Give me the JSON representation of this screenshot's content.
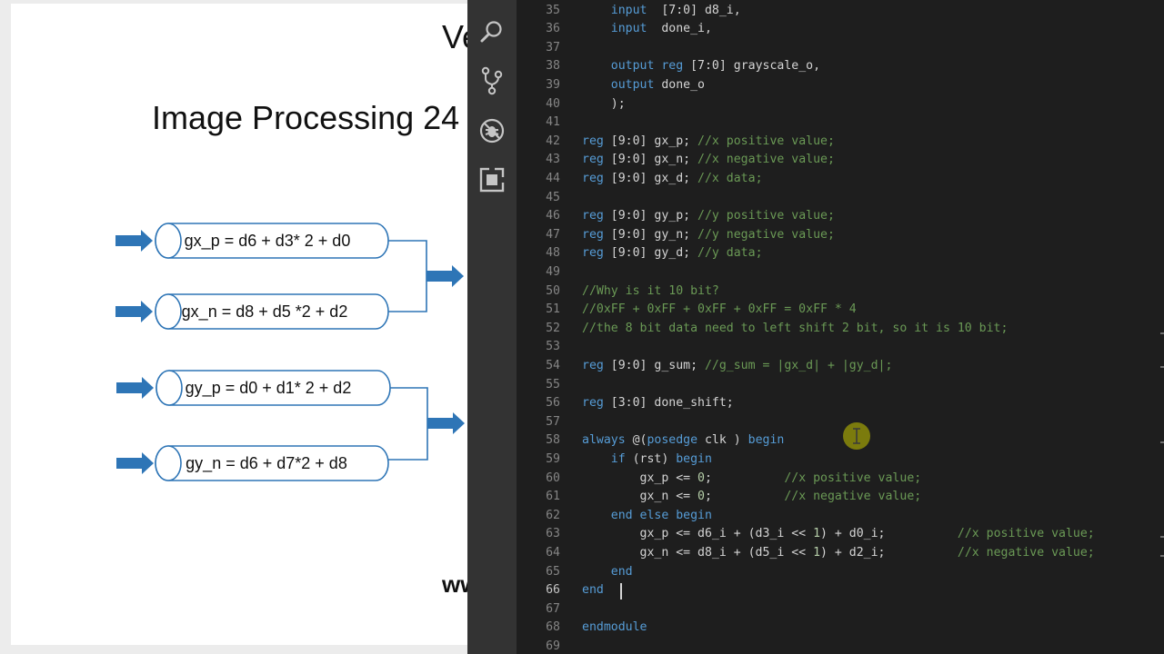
{
  "slide": {
    "title": "Ve",
    "subtitle": "Image Processing 24",
    "footer": "ww",
    "boxes": [
      "gx_p = d6 + d3* 2 + d0",
      "gx_n = d8 + d5 *2 + d2",
      "gy_p = d0 + d1* 2 + d2",
      "gy_n = d6 + d7*2 + d8"
    ]
  },
  "activity_bar": {
    "icons": [
      "search-icon",
      "source-control-icon",
      "debug-icon",
      "extensions-icon"
    ]
  },
  "colors": {
    "keyword": "#569cd6",
    "comment": "#6a9955",
    "number": "#b5cea8",
    "text": "#d4d4d4",
    "editor_bg": "#1e1e1e",
    "activity_bg": "#333333"
  },
  "editor": {
    "active_line": 66,
    "lines": [
      {
        "n": "35",
        "tokens": [
          [
            "tx",
            "    "
          ],
          [
            "kw",
            "input"
          ],
          [
            "tx",
            "  [7:0] d8_i,"
          ]
        ]
      },
      {
        "n": "36",
        "tokens": [
          [
            "tx",
            "    "
          ],
          [
            "kw",
            "input"
          ],
          [
            "tx",
            "  done_i,"
          ]
        ]
      },
      {
        "n": "37",
        "tokens": []
      },
      {
        "n": "38",
        "tokens": [
          [
            "tx",
            "    "
          ],
          [
            "kw",
            "output reg"
          ],
          [
            "tx",
            " [7:0] grayscale_o,"
          ]
        ]
      },
      {
        "n": "39",
        "tokens": [
          [
            "tx",
            "    "
          ],
          [
            "kw",
            "output"
          ],
          [
            "tx",
            " done_o"
          ]
        ]
      },
      {
        "n": "40",
        "tokens": [
          [
            "tx",
            "    );"
          ]
        ]
      },
      {
        "n": "41",
        "tokens": []
      },
      {
        "n": "42",
        "tokens": [
          [
            "kw",
            "reg"
          ],
          [
            "tx",
            " [9:0] gx_p; "
          ],
          [
            "cm",
            "//x positive value;"
          ]
        ]
      },
      {
        "n": "43",
        "tokens": [
          [
            "kw",
            "reg"
          ],
          [
            "tx",
            " [9:0] gx_n; "
          ],
          [
            "cm",
            "//x negative value;"
          ]
        ]
      },
      {
        "n": "44",
        "tokens": [
          [
            "kw",
            "reg"
          ],
          [
            "tx",
            " [9:0] gx_d; "
          ],
          [
            "cm",
            "//x data;"
          ]
        ]
      },
      {
        "n": "45",
        "tokens": []
      },
      {
        "n": "46",
        "tokens": [
          [
            "kw",
            "reg"
          ],
          [
            "tx",
            " [9:0] gy_p; "
          ],
          [
            "cm",
            "//y positive value;"
          ]
        ]
      },
      {
        "n": "47",
        "tokens": [
          [
            "kw",
            "reg"
          ],
          [
            "tx",
            " [9:0] gy_n; "
          ],
          [
            "cm",
            "//y negative value;"
          ]
        ]
      },
      {
        "n": "48",
        "tokens": [
          [
            "kw",
            "reg"
          ],
          [
            "tx",
            " [9:0] gy_d; "
          ],
          [
            "cm",
            "//y data;"
          ]
        ]
      },
      {
        "n": "49",
        "tokens": []
      },
      {
        "n": "50",
        "tokens": [
          [
            "cm",
            "//Why is it 10 bit?"
          ]
        ]
      },
      {
        "n": "51",
        "tokens": [
          [
            "cm",
            "//0xFF + 0xFF + 0xFF + 0xFF = 0xFF * 4"
          ]
        ]
      },
      {
        "n": "52",
        "tokens": [
          [
            "cm",
            "//the 8 bit data need to left shift 2 bit, so it is 10 bit;"
          ]
        ]
      },
      {
        "n": "53",
        "tokens": []
      },
      {
        "n": "54",
        "tokens": [
          [
            "kw",
            "reg"
          ],
          [
            "tx",
            " [9:0] g_sum; "
          ],
          [
            "cm",
            "//g_sum = |gx_d| + |gy_d|;"
          ]
        ]
      },
      {
        "n": "55",
        "tokens": []
      },
      {
        "n": "56",
        "tokens": [
          [
            "kw",
            "reg"
          ],
          [
            "tx",
            " [3:0] done_shift;"
          ]
        ]
      },
      {
        "n": "57",
        "tokens": []
      },
      {
        "n": "58",
        "tokens": [
          [
            "kw",
            "always"
          ],
          [
            "tx",
            " @("
          ],
          [
            "kw",
            "posedge"
          ],
          [
            "tx",
            " clk ) "
          ],
          [
            "kw",
            "begin"
          ]
        ]
      },
      {
        "n": "59",
        "tokens": [
          [
            "tx",
            "    "
          ],
          [
            "kw",
            "if"
          ],
          [
            "tx",
            " (rst) "
          ],
          [
            "kw",
            "begin"
          ]
        ]
      },
      {
        "n": "60",
        "tokens": [
          [
            "tx",
            "        gx_p <= "
          ],
          [
            "nm",
            "0"
          ],
          [
            "tx",
            ";          "
          ],
          [
            "cm",
            "//x positive value;"
          ]
        ]
      },
      {
        "n": "61",
        "tokens": [
          [
            "tx",
            "        gx_n <= "
          ],
          [
            "nm",
            "0"
          ],
          [
            "tx",
            ";          "
          ],
          [
            "cm",
            "//x negative value;"
          ]
        ]
      },
      {
        "n": "62",
        "tokens": [
          [
            "tx",
            "    "
          ],
          [
            "kw",
            "end else begin"
          ]
        ]
      },
      {
        "n": "63",
        "tokens": [
          [
            "tx",
            "        gx_p <= d6_i + (d3_i << "
          ],
          [
            "nm",
            "1"
          ],
          [
            "tx",
            ") + d0_i;          "
          ],
          [
            "cm",
            "//x positive value;"
          ]
        ]
      },
      {
        "n": "64",
        "tokens": [
          [
            "tx",
            "        gx_n <= d8_i + (d5_i << "
          ],
          [
            "nm",
            "1"
          ],
          [
            "tx",
            ") + d2_i;          "
          ],
          [
            "cm",
            "//x negative value;"
          ]
        ]
      },
      {
        "n": "65",
        "tokens": [
          [
            "tx",
            "    "
          ],
          [
            "kw",
            "end"
          ]
        ]
      },
      {
        "n": "66",
        "tokens": [
          [
            "kw",
            "end"
          ]
        ]
      },
      {
        "n": "67",
        "tokens": []
      },
      {
        "n": "68",
        "tokens": [
          [
            "kw",
            "endmodule"
          ]
        ]
      },
      {
        "n": "69",
        "tokens": []
      }
    ]
  }
}
